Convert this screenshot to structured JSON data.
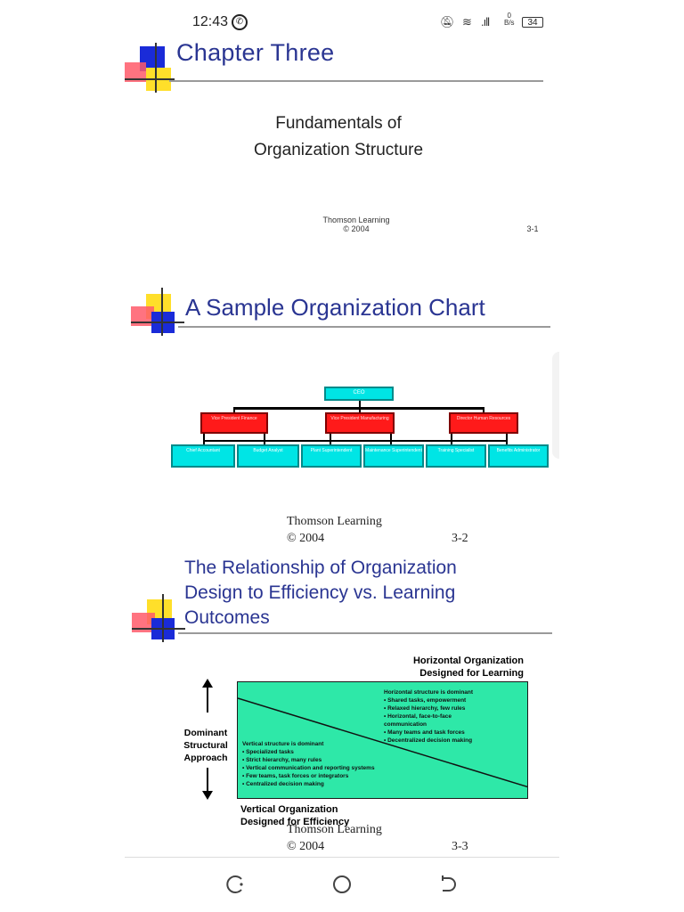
{
  "status_bar": {
    "time": "12:43",
    "net_speed_top": "0",
    "net_speed_unit": "B/s",
    "battery": "34"
  },
  "slide1": {
    "title": "Chapter Three",
    "subtitle_line1": "Fundamentals of",
    "subtitle_line2": "Organization Structure",
    "footer_org": "Thomson Learning",
    "footer_year": "© 2004",
    "page": "3-1"
  },
  "slide2": {
    "title": "A Sample Organization Chart",
    "ceo": "CEO",
    "vps": [
      "Vice President Finance",
      "Vice President Manufacturing",
      "Director Human Resources"
    ],
    "staff": [
      "Chief Accountant",
      "Budget Analyst",
      "Plant Superintendent",
      "Maintenance Superintendent",
      "Training Specialist",
      "Benefits Administrator"
    ],
    "footer_org": "Thomson Learning",
    "footer_year": "© 2004",
    "page": "3-2"
  },
  "slide3": {
    "title_line1": "The Relationship of Organization",
    "title_line2": "Design to Efficiency vs. Learning",
    "title_line3": "Outcomes",
    "top_label_line1": "Horizontal Organization",
    "top_label_line2": "Designed for Learning",
    "axis_label_line1": "Dominant",
    "axis_label_line2": "Structural",
    "axis_label_line3": "Approach",
    "horizontal_heading": "Horizontal structure is dominant",
    "horizontal_items": [
      "• Shared tasks, empowerment",
      "• Relaxed hierarchy, few rules",
      "• Horizontal, face-to-face",
      "  communication",
      "• Many teams and task forces",
      "• Decentralized decision making"
    ],
    "vertical_heading": "Vertical structure is dominant",
    "vertical_items": [
      "• Specialized tasks",
      "• Strict hierarchy, many rules",
      "• Vertical communication and reporting systems",
      "• Few teams, task forces or integrators",
      "• Centralized decision making"
    ],
    "bottom_label_line1": "Vertical Organization",
    "bottom_label_line2": "Designed for Efficiency",
    "footer_org": "Thomson Learning",
    "footer_year": "© 2004",
    "page": "3-3"
  },
  "colors": {
    "title_blue": "#2a3592",
    "cyan": "#00e5e5",
    "red": "#ff1a1a",
    "green": "#2ee8a8"
  }
}
